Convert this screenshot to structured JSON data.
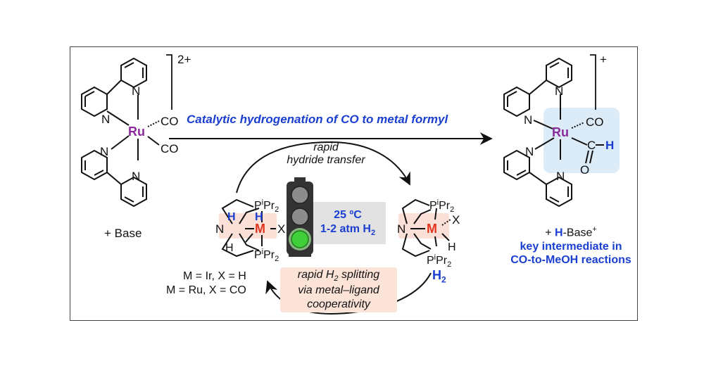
{
  "left_complex": {
    "charge": "2+",
    "metal": "Ru",
    "ligand_n": "N",
    "ligand_co": "CO"
  },
  "right_complex": {
    "charge": "+",
    "metal": "Ru",
    "ligand_n": "N",
    "ligand_co": "CO",
    "formyl_c": "C",
    "formyl_h": "H",
    "formyl_o": "O"
  },
  "main_arrow": {
    "label": "Catalytic hydrogenation of CO to metal formyl"
  },
  "left_reagent": "+ Base",
  "right_products": {
    "plus": "+ ",
    "h": "H",
    "base": "-Base",
    "sup": "+",
    "line2": "key intermediate in",
    "line3": "CO-to-MeOH reactions"
  },
  "top_arrow": {
    "line1": "rapid",
    "line2": "hydride transfer"
  },
  "bottom_arrow": {
    "line1_a": "rapid H",
    "line1_sub": "2",
    "line1_b": " splitting",
    "line2": "via metal–ligand",
    "line3": "cooperativity"
  },
  "conditions": {
    "temp": "25 ºC",
    "press_a": "1-2 atm H",
    "press_sub": "2"
  },
  "h2_reagent": {
    "text": "H",
    "sub": "2"
  },
  "pincer_left": {
    "metal": "M",
    "x": "X",
    "n": "N",
    "h_top": "H",
    "h_blue": "H",
    "h_bottom": "H",
    "p_top": "P",
    "p_bottom": "P",
    "p_sup": "i",
    "pr": "Pr",
    "pr_sub": "2"
  },
  "pincer_right": {
    "metal": "M",
    "x": "X",
    "n": "N",
    "h": "H",
    "p_top": "P",
    "p_bottom": "P",
    "p_sup": "i",
    "pr": "Pr",
    "pr_sub": "2"
  },
  "legend": {
    "line1": "M = Ir, X = H",
    "line2": "M = Ru, X = CO"
  },
  "colors": {
    "blue": "#1a3fd0",
    "ru": "#8b2a9a",
    "m_red": "#e0341c",
    "formyl_box": "#dcebf8",
    "cond_box": "#e2e2e2",
    "split_box": "#fbe3d8",
    "pincer_box": "#fbe0d8",
    "light_green": "#3fcf3a"
  }
}
